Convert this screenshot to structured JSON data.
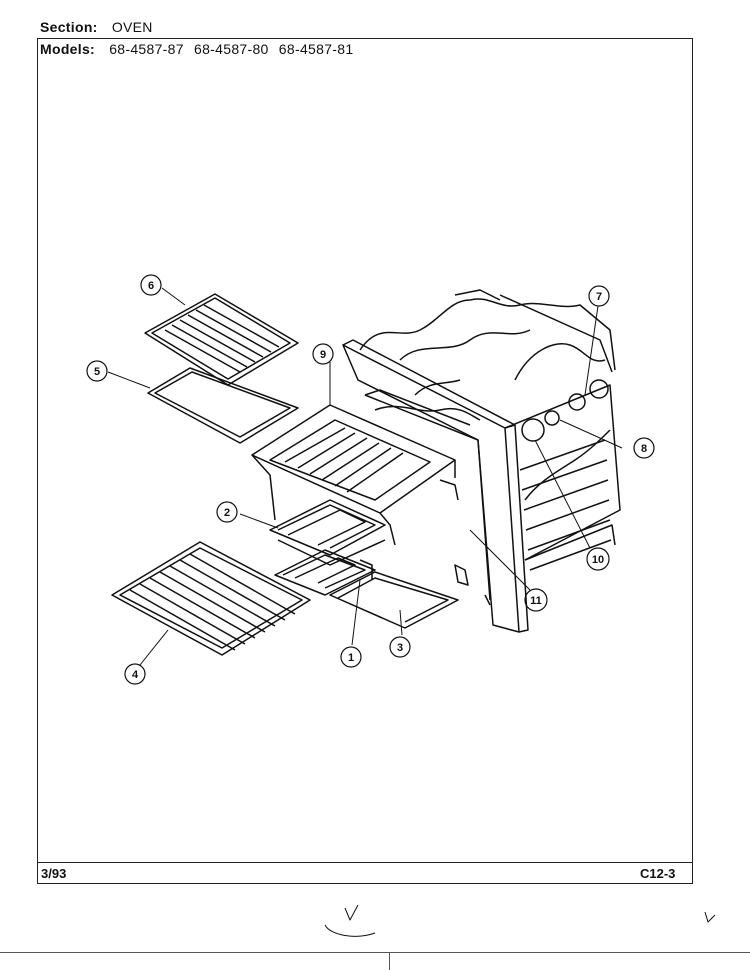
{
  "header": {
    "section_label": "Section:",
    "section_value": "OVEN",
    "models_label": "Models:",
    "models_value": "68-4587-87   68-4587-80   68-4587-81"
  },
  "footer": {
    "date": "3/93",
    "page_code": "C12-3"
  },
  "callouts": [
    "1",
    "2",
    "3",
    "4",
    "5",
    "6",
    "7",
    "8",
    "9",
    "10",
    "11"
  ],
  "colors": {
    "ink": "#111111",
    "paper": "#ffffff"
  }
}
